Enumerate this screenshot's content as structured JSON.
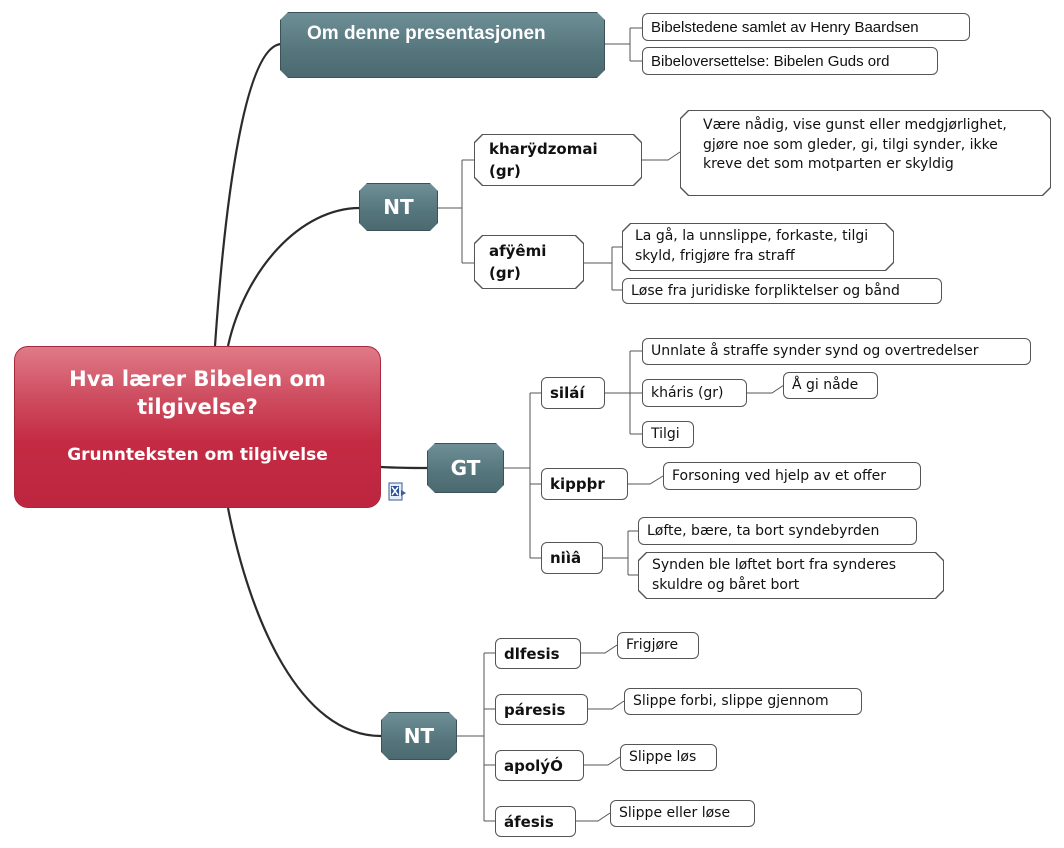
{
  "central": {
    "title": "Hva lærer Bibelen om tilgivelse?",
    "subtitle": "Grunnteksten om tilgivelse"
  },
  "about": {
    "label": "Om denne presentasjonen",
    "items": [
      "Bibelstedene samlet av Henry Baardsen",
      "Bibeloversettelse: Bibelen Guds ord"
    ]
  },
  "nt1": {
    "label": "NT",
    "terms": [
      {
        "term": "kharÿdzomai (gr)",
        "defs": [
          "Være nådig, vise gunst eller medgjørlighet, gjøre noe som gleder, gi, tilgi synder, ikke kreve det som motparten er skyldig"
        ]
      },
      {
        "term": "afÿêmi (gr)",
        "defs": [
          "La gå, la unnslippe, forkaste, tilgi skyld, frigjøre fra straff",
          "Løse fra juridiske forpliktelser og bånd"
        ]
      }
    ]
  },
  "gt": {
    "label": "GT",
    "terms": [
      {
        "term": "siláí",
        "defs": [
          "Unnlate å straffe synder synd og  overtredelser",
          "kháris (gr)",
          "Tilgi"
        ],
        "sub": "Å gi nåde"
      },
      {
        "term": "kippþr",
        "defs": [
          "Forsoning ved hjelp av et offer"
        ]
      },
      {
        "term": "niìâ",
        "defs": [
          "Løfte, bære, ta bort syndebyrden",
          "Synden ble løftet bort fra synderes skuldre og båret bort"
        ]
      }
    ]
  },
  "nt2": {
    "label": "NT",
    "terms": [
      {
        "term": "dlfesis",
        "def": "Frigjøre"
      },
      {
        "term": "páresis",
        "def": "Slippe forbi, slippe gjennom"
      },
      {
        "term": "apolýÓ",
        "def": "Slippe løs"
      },
      {
        "term": "áfesis",
        "def": "Slippe eller løse"
      }
    ]
  },
  "colors": {
    "central": "#c42a42",
    "main": "#55757c",
    "line": "#2b2b2b"
  }
}
